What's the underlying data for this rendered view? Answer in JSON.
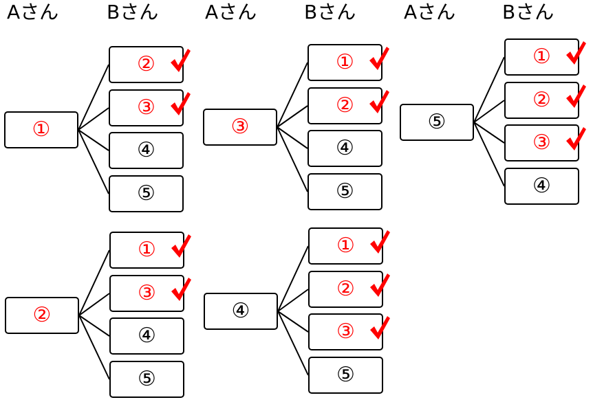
{
  "headers": [
    "Aさん",
    "Bさん",
    "Aさん",
    "Bさん",
    "Aさん",
    "Bさん"
  ],
  "colors": {
    "highlight": "#ff0000",
    "normal": "#000000",
    "check": "#ff0000"
  },
  "trees": [
    {
      "root": {
        "label": "①",
        "color": "red"
      },
      "children": [
        {
          "label": "②",
          "color": "red",
          "checked": true
        },
        {
          "label": "③",
          "color": "red",
          "checked": true
        },
        {
          "label": "④",
          "color": "black",
          "checked": false
        },
        {
          "label": "⑤",
          "color": "black",
          "checked": false
        }
      ]
    },
    {
      "root": {
        "label": "③",
        "color": "red"
      },
      "children": [
        {
          "label": "①",
          "color": "red",
          "checked": true
        },
        {
          "label": "②",
          "color": "red",
          "checked": true
        },
        {
          "label": "④",
          "color": "black",
          "checked": false
        },
        {
          "label": "⑤",
          "color": "black",
          "checked": false
        }
      ]
    },
    {
      "root": {
        "label": "⑤",
        "color": "black"
      },
      "children": [
        {
          "label": "①",
          "color": "red",
          "checked": true
        },
        {
          "label": "②",
          "color": "red",
          "checked": true
        },
        {
          "label": "③",
          "color": "red",
          "checked": true
        },
        {
          "label": "④",
          "color": "black",
          "checked": false
        }
      ]
    },
    {
      "root": {
        "label": "②",
        "color": "red"
      },
      "children": [
        {
          "label": "①",
          "color": "red",
          "checked": true
        },
        {
          "label": "③",
          "color": "red",
          "checked": true
        },
        {
          "label": "④",
          "color": "black",
          "checked": false
        },
        {
          "label": "⑤",
          "color": "black",
          "checked": false
        }
      ]
    },
    {
      "root": {
        "label": "④",
        "color": "black"
      },
      "children": [
        {
          "label": "①",
          "color": "red",
          "checked": true
        },
        {
          "label": "②",
          "color": "red",
          "checked": true
        },
        {
          "label": "③",
          "color": "red",
          "checked": true
        },
        {
          "label": "⑤",
          "color": "black",
          "checked": false
        }
      ]
    }
  ]
}
